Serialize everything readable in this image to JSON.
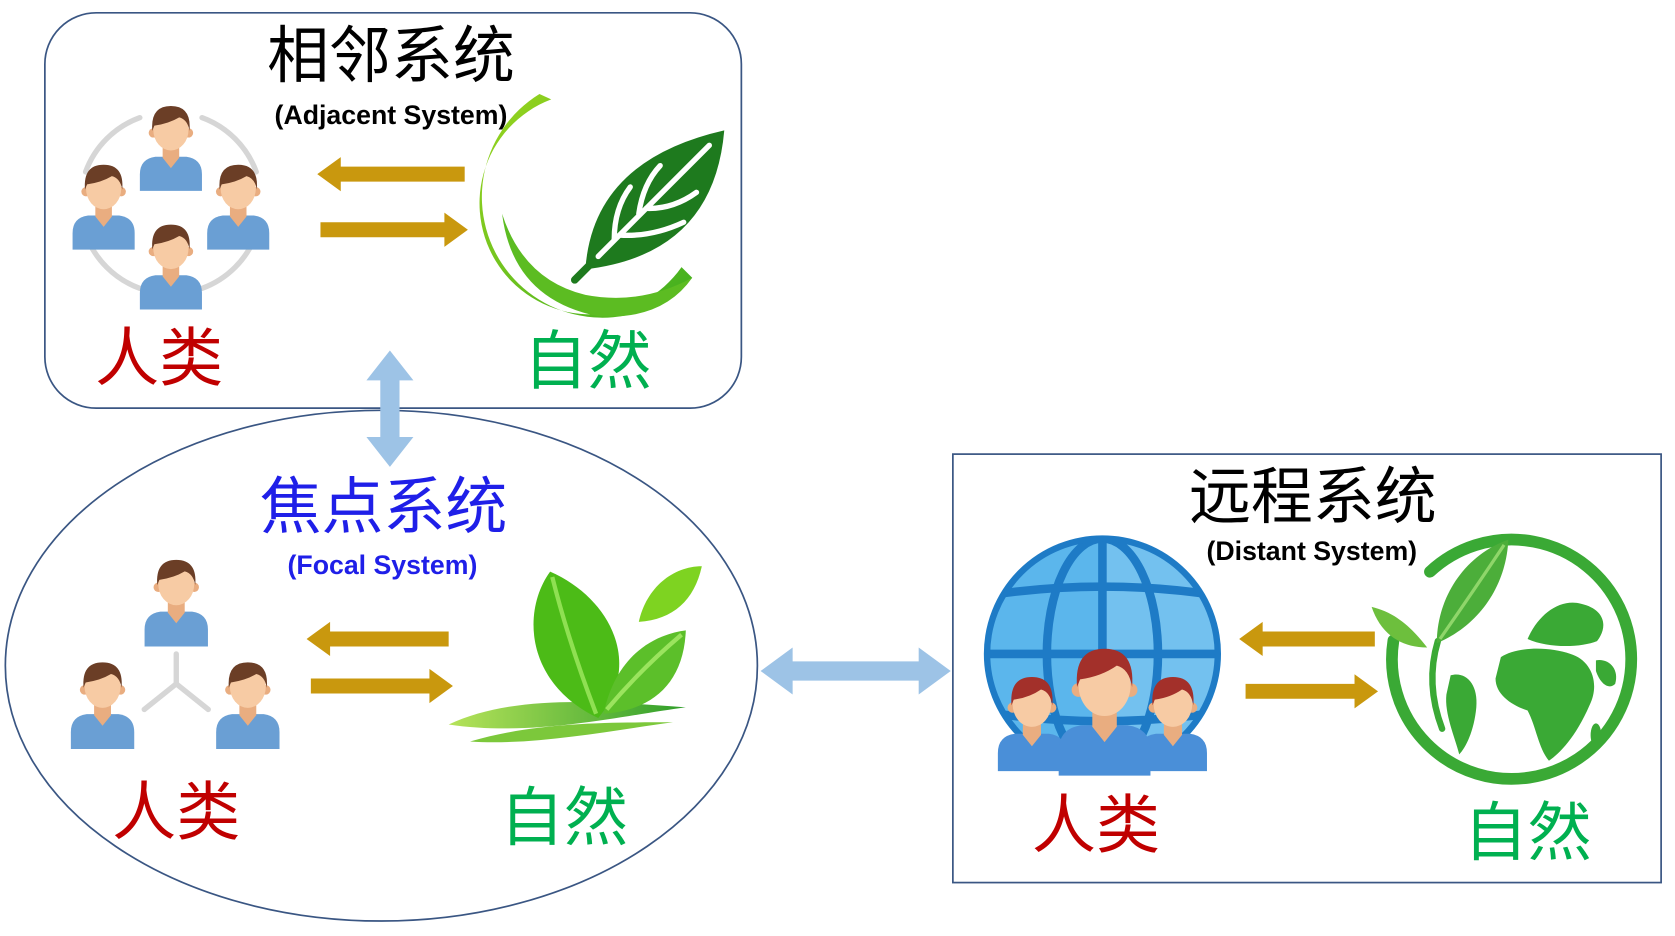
{
  "colors": {
    "title": "#000000",
    "focal_title": "#1f1fe8",
    "human_label": "#c00000",
    "nature_label": "#00b050",
    "exchange_arrow": "#c9980e",
    "interaction_arrow": "#9dc3e6",
    "frame": "#3a5683"
  },
  "adjacent_system": {
    "title": "相邻系统",
    "subtitle": "(Adjacent System)",
    "human_label": "人类",
    "nature_label": "自然",
    "human_icon": "people-circle-icon",
    "nature_icon": "leaf-crescent-icon"
  },
  "focal_system": {
    "title": "焦点系统",
    "subtitle": "(Focal System)",
    "human_label": "人类",
    "nature_label": "自然",
    "human_icon": "people-network-icon",
    "nature_icon": "leaves-plant-icon"
  },
  "distant_system": {
    "title": "远程系统",
    "subtitle": "(Distant System)",
    "human_label": "人类",
    "nature_label": "自然",
    "human_icon": "globe-people-icon",
    "nature_icon": "earth-sprout-icon"
  }
}
